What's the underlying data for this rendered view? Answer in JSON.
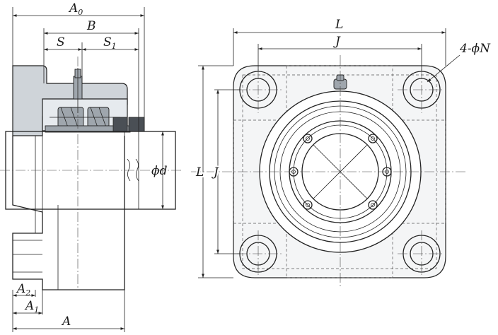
{
  "labels": {
    "A0": {
      "main": "A",
      "sub": "0"
    },
    "B": {
      "main": "B"
    },
    "S": {
      "main": "S"
    },
    "S1": {
      "main": "S",
      "sub": "1"
    },
    "L_top": {
      "main": "L"
    },
    "J_top": {
      "main": "J"
    },
    "N": {
      "main": "4-ϕN"
    },
    "d": {
      "main": "ϕd"
    },
    "L_side": {
      "main": "L"
    },
    "J_side": {
      "main": "J"
    },
    "A2": {
      "main": "A",
      "sub": "2"
    },
    "A1": {
      "main": "A",
      "sub": "1"
    },
    "A": {
      "main": "A"
    }
  },
  "colors": {
    "line": "#222222",
    "housing": "#cfd4d9",
    "section": "#e6eaee",
    "bearing": "#9fa6ad"
  }
}
